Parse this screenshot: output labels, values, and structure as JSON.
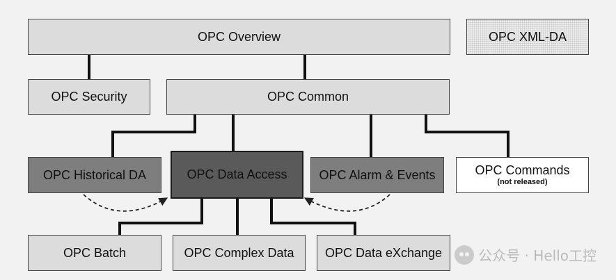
{
  "boxes": {
    "overview": "OPC Overview",
    "xml_da": "OPC XML-DA",
    "security": "OPC Security",
    "common": "OPC Common",
    "historical_da": "OPC Historical DA",
    "data_access": "OPC Data Access",
    "alarm_events": "OPC Alarm & Events",
    "commands": "OPC Commands",
    "commands_note": "(not released)",
    "batch": "OPC Batch",
    "complex_data": "OPC Complex Data",
    "data_exchange": "OPC Data eXchange"
  },
  "watermark": {
    "text": "公众号 · Hello工控",
    "icon": "wechat-logo-icon"
  },
  "colors": {
    "light": "#dcdcdc",
    "mid": "#7e7e7e",
    "dark": "#5a5a5a",
    "white": "#ffffff",
    "line": "#111111"
  }
}
